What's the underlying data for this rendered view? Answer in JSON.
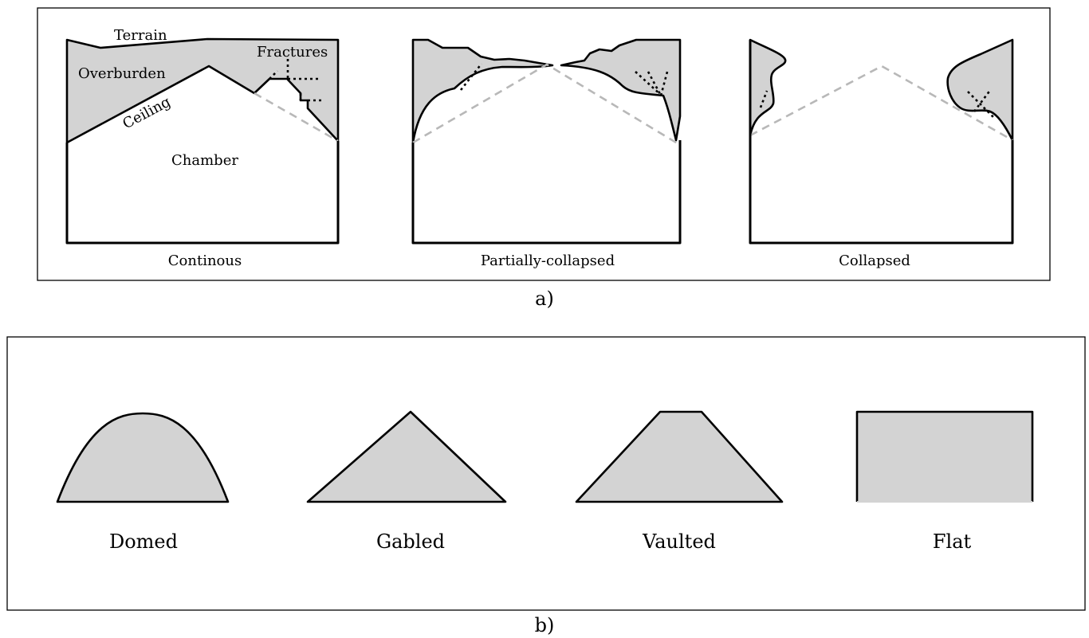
{
  "panel_a": {
    "caption": "a)",
    "annotations": {
      "terrain": "Terrain",
      "overburden": "Overburden",
      "ceiling": "Ceiling",
      "fractures": "Fractures",
      "chamber": "Chamber"
    },
    "states": [
      {
        "label": "Continous"
      },
      {
        "label": "Partially-collapsed"
      },
      {
        "label": "Collapsed"
      }
    ]
  },
  "panel_b": {
    "caption": "b)",
    "shapes": [
      {
        "label": "Domed"
      },
      {
        "label": "Gabled"
      },
      {
        "label": "Vaulted"
      },
      {
        "label": "Flat"
      }
    ]
  },
  "colors": {
    "overburden_fill": "#d3d3d3",
    "outline": "#000000",
    "former_ceiling_dashed": "#b8b8b8"
  }
}
